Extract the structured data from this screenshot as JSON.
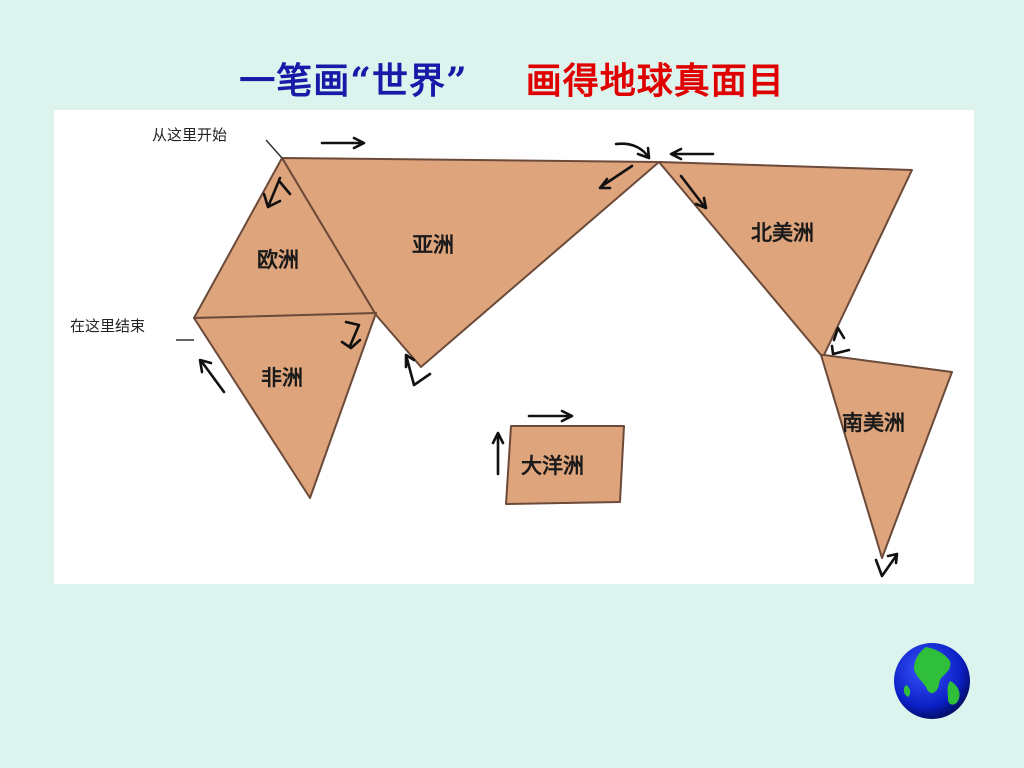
{
  "title": {
    "part1": "一笔画“世界”",
    "part2": "画得地球真面目",
    "color1": "#1a1aa8",
    "color2": "#e00000"
  },
  "diagram": {
    "start_note": "从这里开始",
    "end_note": "在这里结束",
    "continents": {
      "europe": "欧洲",
      "asia": "亚洲",
      "africa": "非洲",
      "north_america": "北美洲",
      "south_america": "南美洲",
      "oceania": "大洋洲"
    },
    "fill_color": "#dea47c"
  },
  "decor": {
    "globe_icon": "globe-icon"
  }
}
